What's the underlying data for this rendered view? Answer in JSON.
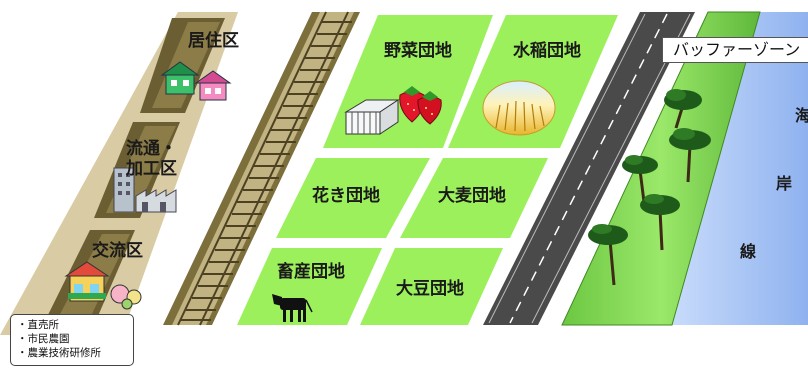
{
  "zones": {
    "residential": "居住区",
    "distribution_line1": "流通・",
    "distribution_line2": "加工区",
    "exchange": "交流区"
  },
  "facilities": [
    "・直売所",
    "・市民農園",
    "・農業技術研修所"
  ],
  "fields": {
    "vegetable": "野菜団地",
    "paddy": "水稲団地",
    "flower": "花き団地",
    "wheat": "大麦団地",
    "livestock": "畜産団地",
    "soybean": "大豆団地"
  },
  "buffer_zone": "バッファーゾーン",
  "coast_chars": [
    "海",
    "岸",
    "線"
  ],
  "colors": {
    "field_green": "#9cf05c",
    "zone_tan": "#d9cba4",
    "zone_dark": "#6b5e32",
    "rail": "#7d6f3c",
    "road": "#4a4a4a",
    "buffer_green": "#7ed957",
    "sea_blue": "#aec8f5"
  }
}
